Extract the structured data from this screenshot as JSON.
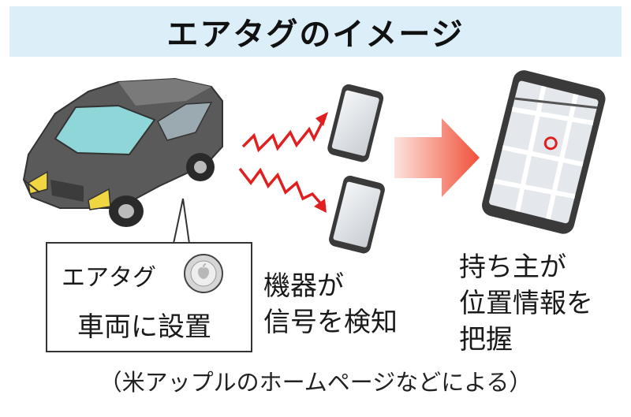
{
  "title": "エアタグのイメージ",
  "callout": {
    "tag_label": "エアタグ",
    "car_label": "車両に設置"
  },
  "captions": {
    "devices_line1": "機器が",
    "devices_line2": "信号を検知",
    "owner_line1": "持ち主が",
    "owner_line2": "位置情報を",
    "owner_line3": "把握"
  },
  "source_note": "（米アップルのホームページなどによる）",
  "colors": {
    "title_bg": "#dceef8",
    "car_body": "#555555",
    "signal": "#e02020",
    "arrow": "#f05a45",
    "phone": "#3a3a3a"
  },
  "icons": [
    "car-icon",
    "signal-zigzag-icon",
    "smartphone-icon",
    "map-phone-icon",
    "airtag-icon",
    "transfer-arrow-icon"
  ]
}
